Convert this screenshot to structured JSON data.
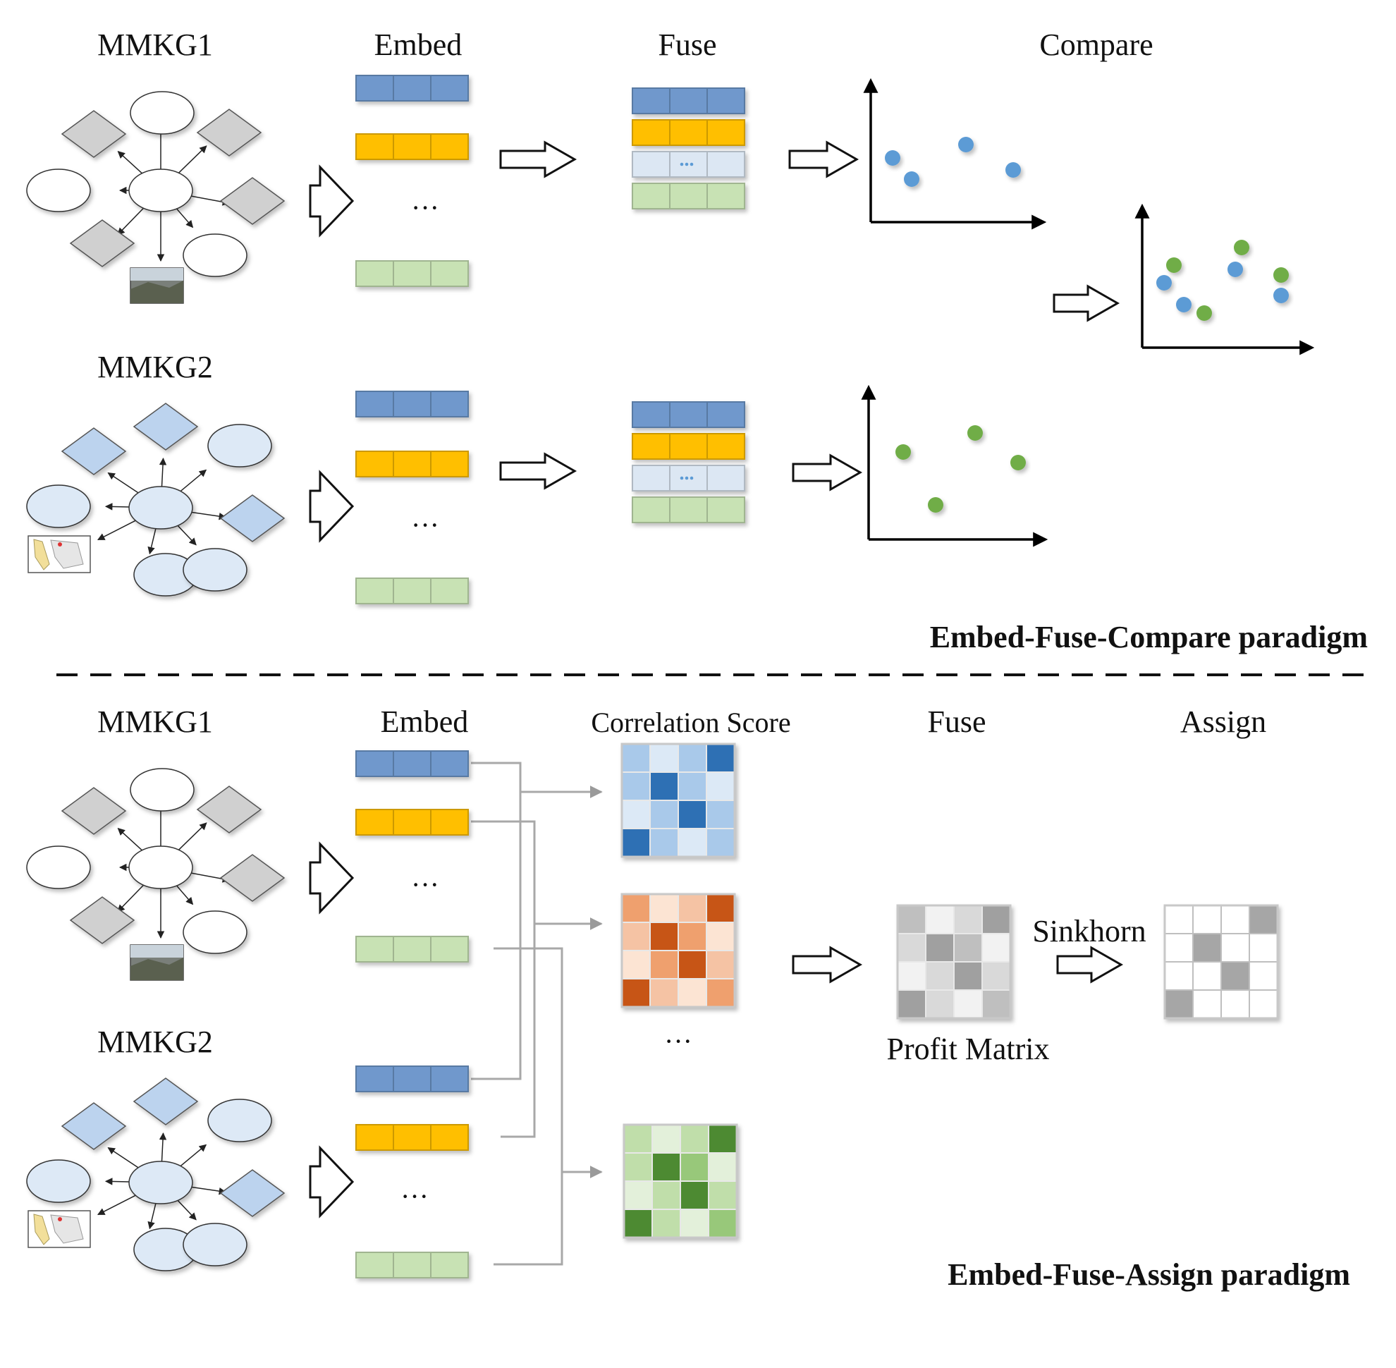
{
  "top": {
    "kg1_label": "MMKG1",
    "kg2_label": "MMKG2",
    "embed_label": "Embed",
    "fuse_label": "Fuse",
    "compare_label": "Compare",
    "ellipsis": "···",
    "paradigm_title": "Embed-Fuse-Compare paradigm"
  },
  "bottom": {
    "kg1_label": "MMKG1",
    "kg2_label": "MMKG2",
    "embed_label": "Embed",
    "correlation_label": "Correlation Score",
    "fuse_label": "Fuse",
    "assign_label": "Assign",
    "sinkhorn_label": "Sinkhorn",
    "profit_label": "Profit Matrix",
    "ellipsis": "···",
    "paradigm_title": "Embed-Fuse-Assign paradigm"
  },
  "colors": {
    "blue_embed": "#6f98cc",
    "yellow_embed": "#ffbf00",
    "green_embed": "#c8e2b4",
    "light_embed": "#dce7f3",
    "blue_point": "#5b9bd5",
    "green_point": "#70ad47",
    "kg1_node_fill": "#ffffff",
    "kg1_diamond_fill": "#d0d0d0",
    "kg2_node_fill": "#dde9f6",
    "kg2_diamond_fill": "#bcd3ee"
  },
  "matrices": {
    "blue": [
      [
        1,
        0,
        1,
        3
      ],
      [
        1,
        3,
        1,
        0
      ],
      [
        0,
        1,
        3,
        1
      ],
      [
        3,
        1,
        0,
        1
      ]
    ],
    "orange": [
      [
        2,
        0,
        1,
        3
      ],
      [
        1,
        3,
        2,
        0
      ],
      [
        0,
        2,
        3,
        1
      ],
      [
        3,
        1,
        0,
        2
      ]
    ],
    "green": [
      [
        1,
        0,
        1,
        3
      ],
      [
        1,
        3,
        2,
        0
      ],
      [
        0,
        1,
        3,
        1
      ],
      [
        3,
        1,
        0,
        2
      ]
    ],
    "profit": [
      [
        2,
        0,
        1,
        3
      ],
      [
        1,
        3,
        2,
        0
      ],
      [
        0,
        1,
        3,
        1
      ],
      [
        3,
        1,
        0,
        2
      ]
    ],
    "assign": [
      [
        0,
        0,
        0,
        3
      ],
      [
        0,
        3,
        0,
        0
      ],
      [
        0,
        0,
        3,
        0
      ],
      [
        3,
        0,
        0,
        0
      ]
    ]
  }
}
